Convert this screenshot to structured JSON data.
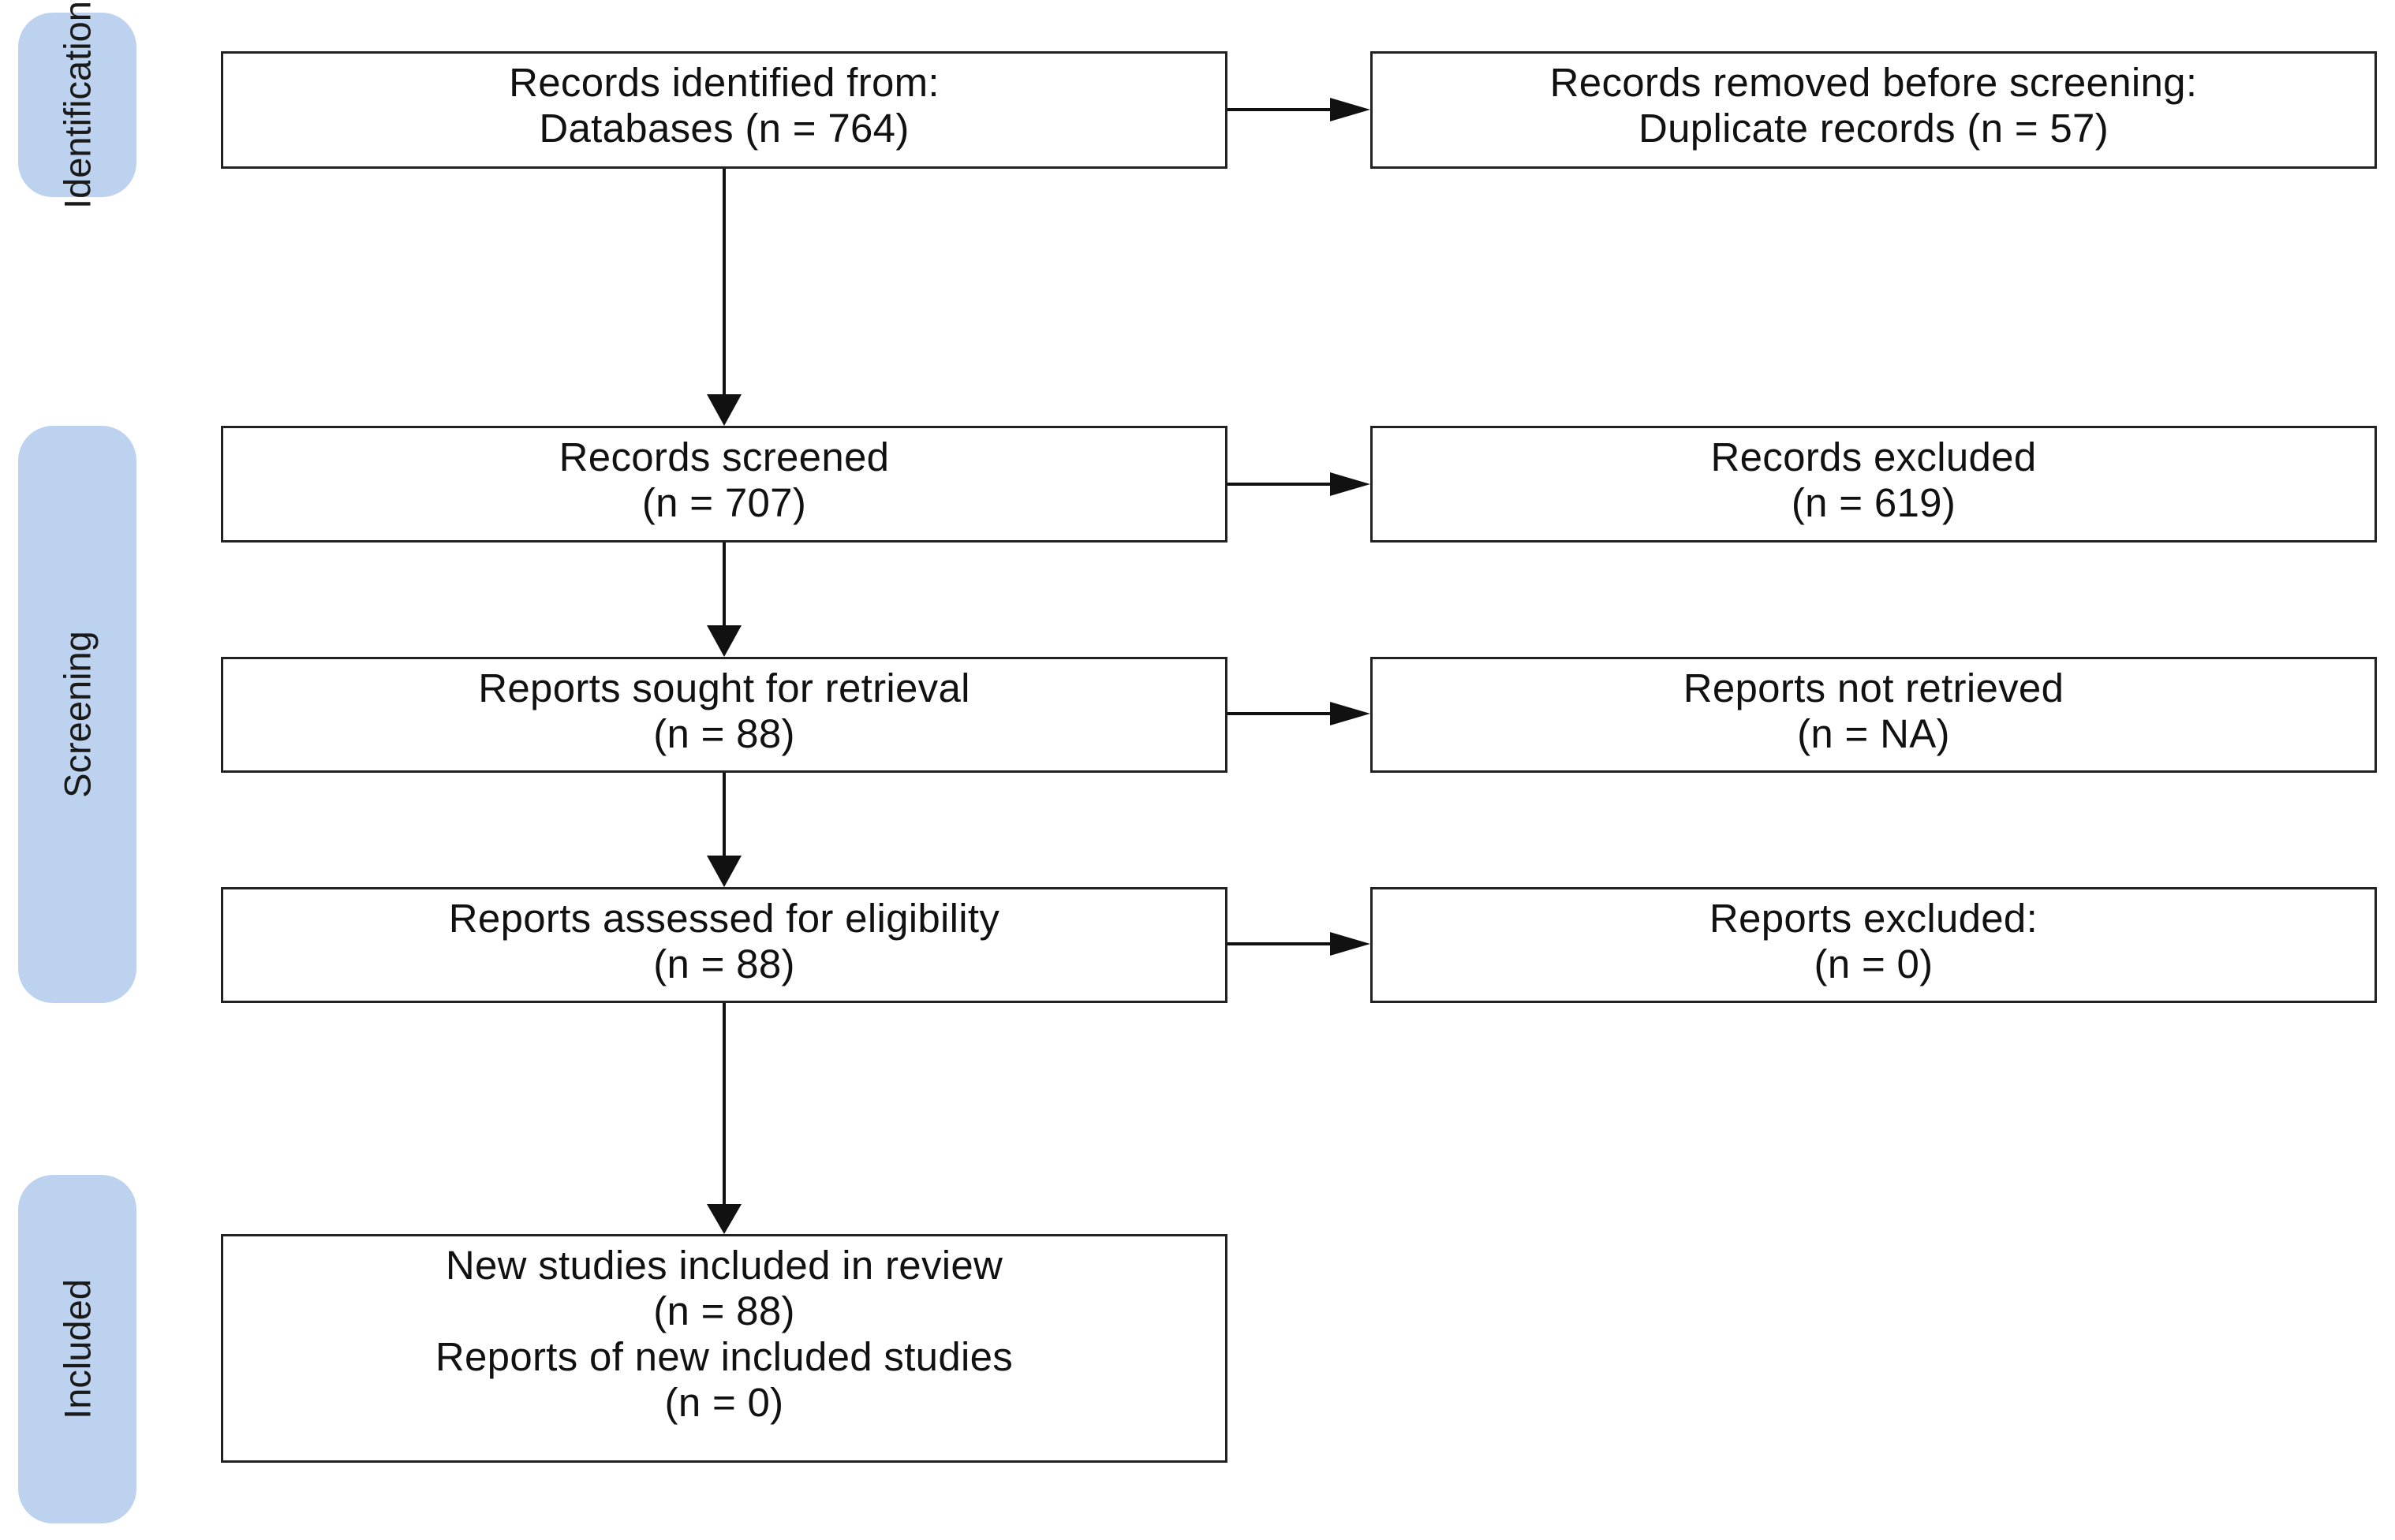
{
  "phases": {
    "identification": "Identification",
    "screening": "Screening",
    "included": "Included"
  },
  "boxes": {
    "identified": {
      "line1": "Records identified from:",
      "line2": "Databases (n = 764)"
    },
    "removed": {
      "line1": "Records removed before screening:",
      "line2": "Duplicate records (n = 57)"
    },
    "screened": {
      "line1": "Records screened",
      "line2": "(n = 707)"
    },
    "excluded": {
      "line1": "Records excluded",
      "line2": "(n = 619)"
    },
    "sought": {
      "line1": "Reports sought for retrieval",
      "line2": "(n = 88)"
    },
    "not_retrieved": {
      "line1": "Reports not retrieved",
      "line2": "(n = NA)"
    },
    "assessed": {
      "line1": "Reports assessed for eligibility",
      "line2": "(n = 88)"
    },
    "reports_excluded": {
      "line1": "Reports excluded:",
      "line2": "(n = 0)"
    },
    "included": {
      "line1": "New studies included in review",
      "line2": "(n = 88)",
      "line3": "Reports of new included studies",
      "line4": "(n = 0)"
    }
  }
}
